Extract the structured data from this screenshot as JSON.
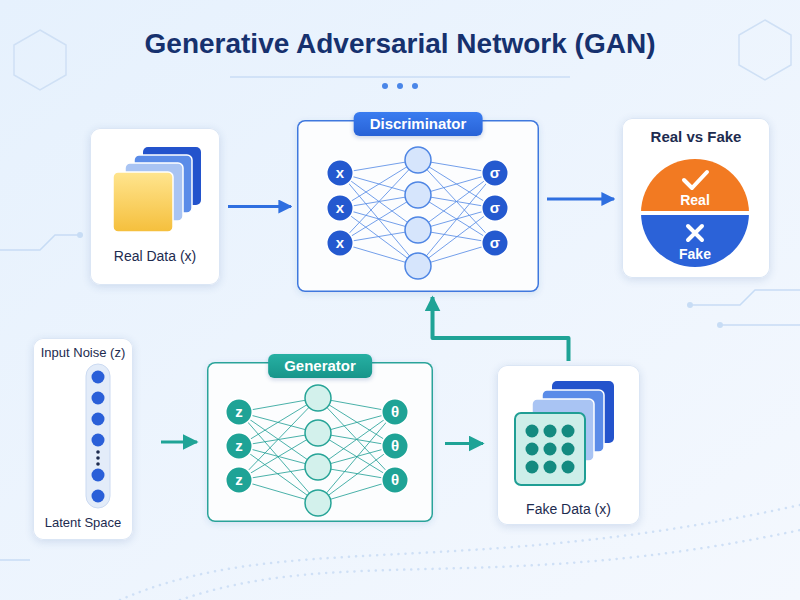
{
  "diagram": {
    "title": "Generative Adversarial Network (GAN)",
    "nodes": [
      {
        "text": [
          "Real Data (x)"
        ]
      },
      {
        "text": [
          "Discriminator"
        ]
      },
      {
        "text": [
          "x"
        ],
        "in": 1
      },
      {
        "text": [
          "x"
        ],
        "in": 1
      },
      {
        "text": [
          "x"
        ],
        "in": 1
      },
      {
        "text": [
          "σ"
        ],
        "in": 1
      },
      {
        "text": [
          "σ"
        ],
        "in": 1
      },
      {
        "text": [
          "σ"
        ],
        "in": 1
      },
      {
        "text": [
          "Real vs Fake"
        ]
      },
      {
        "text": [
          "Real"
        ],
        "in": 8
      },
      {
        "text": [
          "Fake"
        ],
        "in": 8
      },
      {
        "text": [
          "Input Noise (z)",
          "Latent Space"
        ]
      },
      {
        "text": [
          "Generator"
        ]
      },
      {
        "text": [
          "z"
        ],
        "in": 12
      },
      {
        "text": [
          "z"
        ],
        "in": 12
      },
      {
        "text": [
          "z"
        ],
        "in": 12
      },
      {
        "text": [
          "θ"
        ],
        "in": 12
      },
      {
        "text": [
          "θ"
        ],
        "in": 12
      },
      {
        "text": [
          "θ"
        ],
        "in": 12
      },
      {
        "text": [
          "Fake Data (x)"
        ]
      }
    ],
    "edges": [
      {
        "from": 0,
        "to": 1,
        "arrow": "to"
      },
      {
        "from": 1,
        "to": 8,
        "arrow": "to"
      },
      {
        "from": 11,
        "to": 12,
        "arrow": "to"
      },
      {
        "from": 12,
        "to": 19,
        "arrow": "to"
      },
      {
        "from": 19,
        "to": 1,
        "arrow": "to"
      }
    ]
  }
}
